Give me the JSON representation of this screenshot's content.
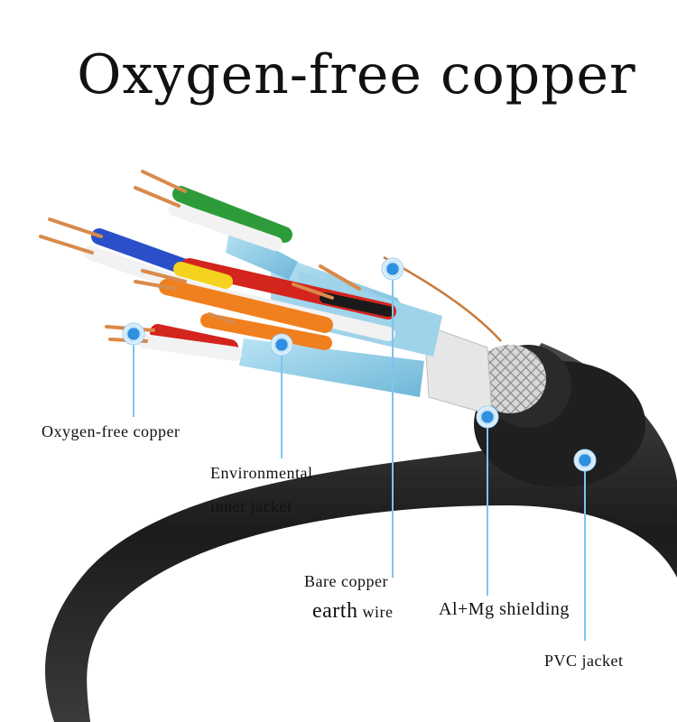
{
  "title": "Oxygen-free copper",
  "colors": {
    "pointer_blue": "#2f8fe0",
    "leader_line": "#7ec4f0",
    "cable_black": "#1e1e1e",
    "copper": "#d98a4a",
    "foil": "#8ecde6",
    "braid": "#cfcfcf"
  },
  "labels": {
    "oxygen_free_copper": "Oxygen-free copper",
    "environmental_line1": "Environmental",
    "environmental_line2": "inner jacket",
    "bare_copper_line1": "Bare copper",
    "bare_copper_earth": "earth",
    "bare_copper_wire": "wire",
    "al_mg": "Al+Mg shielding",
    "pvc": "PVC jacket"
  }
}
